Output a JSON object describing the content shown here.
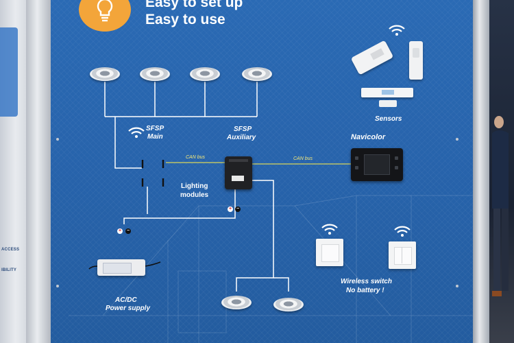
{
  "header": {
    "line1": "Easy to set up",
    "line2": "Easy to use"
  },
  "labels": {
    "sfsp_main_line1": "SFSP",
    "sfsp_main_line2": "Main",
    "sfsp_aux_line1": "SFSP",
    "sfsp_aux_line2": "Auxiliary",
    "navicolor": "Navicolor",
    "sensors": "Sensors",
    "can_bus_left": "CAN bus",
    "can_bus_right": "CAN bus",
    "lighting_modules_line1": "Lighting",
    "lighting_modules_line2": "modules",
    "power_supply_line1": "AC/DC",
    "power_supply_line2": "Power supply",
    "wireless_line1": "Wireless switch",
    "wireless_line2": "No battery !"
  },
  "side_panel": {
    "word1": "ACCESS",
    "word2": "IBILITY"
  },
  "icons": {
    "bulb": "lightbulb-icon",
    "wifi": "wifi-icon",
    "plus": "+",
    "minus": "−"
  },
  "colors": {
    "board_blue": "#2763ab",
    "bulb_orange": "#f3a53a",
    "can_bus_yellow": "#d9d55a",
    "wire_white": "#ffffff"
  }
}
